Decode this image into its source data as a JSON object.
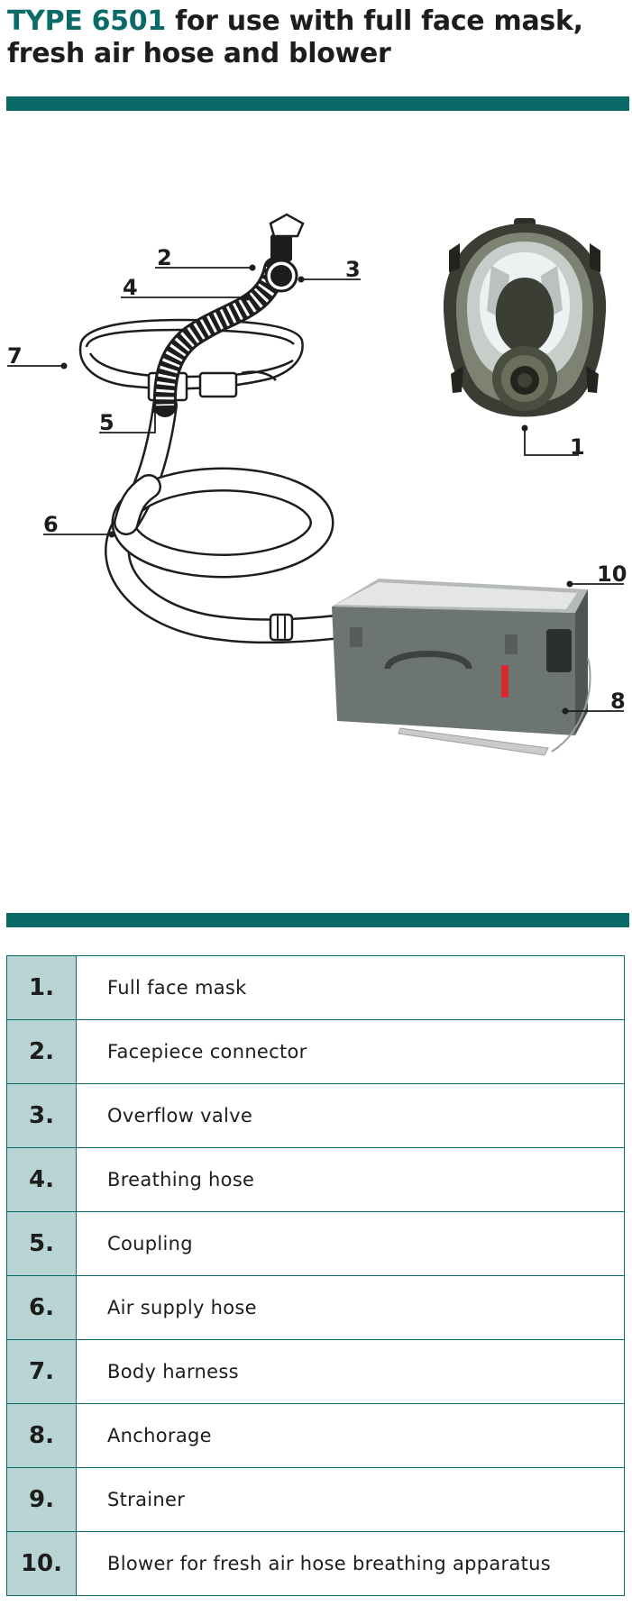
{
  "title": {
    "accent": "TYPE 6501",
    "line1_rest": " for use with full face mask,",
    "line2": "fresh air hose and blower"
  },
  "callouts": [
    {
      "id": "1",
      "label": "1"
    },
    {
      "id": "2",
      "label": "2"
    },
    {
      "id": "3",
      "label": "3"
    },
    {
      "id": "4",
      "label": "4"
    },
    {
      "id": "5",
      "label": "5"
    },
    {
      "id": "6",
      "label": "6"
    },
    {
      "id": "7",
      "label": "7"
    },
    {
      "id": "8",
      "label": "8"
    },
    {
      "id": "10",
      "label": "10"
    }
  ],
  "legend": [
    {
      "num": "1.",
      "label": "Full face mask"
    },
    {
      "num": "2.",
      "label": "Facepiece connector"
    },
    {
      "num": "3.",
      "label": "Overflow valve"
    },
    {
      "num": "4.",
      "label": "Breathing hose"
    },
    {
      "num": "5.",
      "label": "Coupling"
    },
    {
      "num": "6.",
      "label": "Air supply hose"
    },
    {
      "num": "7.",
      "label": "Body harness"
    },
    {
      "num": "8.",
      "label": "Anchorage"
    },
    {
      "num": "9.",
      "label": "Strainer"
    },
    {
      "num": "10.",
      "label": "Blower for fresh air hose breathing apparatus"
    }
  ],
  "colors": {
    "accent": "#0a6a68",
    "cell": "#b9d4d5"
  }
}
